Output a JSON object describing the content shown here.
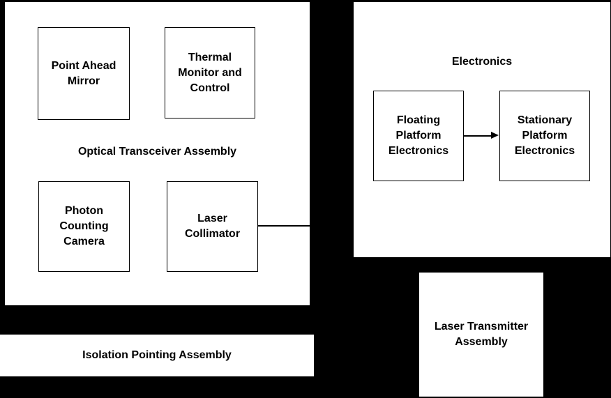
{
  "diagram": {
    "type": "block-diagram",
    "colors": {
      "background": "#000000",
      "node_fill": "#ffffff",
      "node_border": "#000000",
      "text": "#000000"
    },
    "groups": {
      "optical_transceiver_assembly": {
        "label": "Optical Transceiver Assembly"
      },
      "electronics": {
        "label": "Electronics"
      }
    },
    "nodes": {
      "point_ahead_mirror": {
        "label": "Point Ahead\nMirror"
      },
      "thermal_monitor_control": {
        "label": "Thermal\nMonitor and\nControl"
      },
      "photon_counting_camera": {
        "label": "Photon\nCounting\nCamera"
      },
      "laser_collimator": {
        "label": "Laser\nCollimator"
      },
      "floating_platform_electronics": {
        "label": "Floating\nPlatform\nElectronics"
      },
      "stationary_platform_electronics": {
        "label": "Stationary\nPlatform\nElectronics"
      },
      "laser_transmitter_assembly": {
        "label": "Laser Transmitter\nAssembly"
      },
      "isolation_pointing_assembly": {
        "label": "Isolation Pointing Assembly"
      }
    },
    "connectors": [
      {
        "from": "laser_collimator",
        "to": "optical_transceiver_assembly_right_edge",
        "style": "plain-line"
      },
      {
        "from": "floating_platform_electronics",
        "to": "stationary_platform_electronics",
        "style": "arrow-right"
      }
    ]
  }
}
